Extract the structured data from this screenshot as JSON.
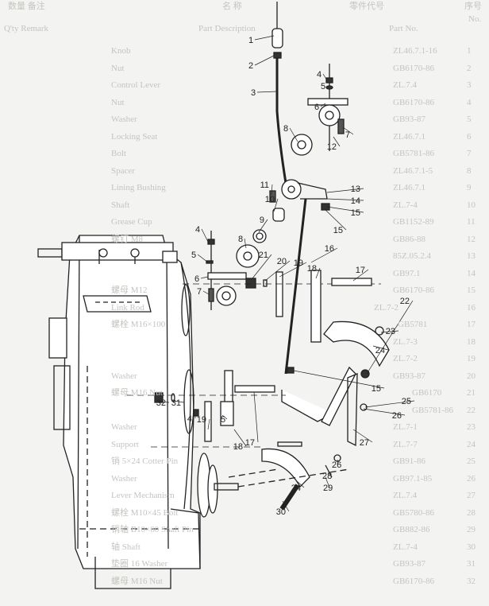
{
  "table": {
    "header": {
      "no_cn": "序号",
      "no": "No.",
      "part_no_cn": "零件代号",
      "part_no": "Part No.",
      "desc_cn": "名 称",
      "desc": "Part Description",
      "qty_cn": "数量 备注",
      "qty": "Q'ty Remark"
    },
    "rows": [
      {
        "no": "1",
        "part": "ZL46.7.1-16",
        "desc": "Knob"
      },
      {
        "no": "2",
        "part": "GB6170-86",
        "desc": "Nut"
      },
      {
        "no": "3",
        "part": "ZL.7.4",
        "desc": "Control Lever"
      },
      {
        "no": "4",
        "part": "GB6170-86",
        "desc": "Nut"
      },
      {
        "no": "5",
        "part": "GB93-87",
        "desc": "Washer"
      },
      {
        "no": "6",
        "part": "ZL46.7.1",
        "desc": "Locking Seat"
      },
      {
        "no": "7",
        "part": "GB5781-86",
        "desc": "Bolt"
      },
      {
        "no": "8",
        "part": "ZL46.7.1-5",
        "desc": "Spacer"
      },
      {
        "no": "9",
        "part": "ZL46.7.1",
        "desc": "Lining Bushing"
      },
      {
        "no": "10",
        "part": "ZL.7-4",
        "desc": "Shaft"
      },
      {
        "no": "11",
        "part": "GB1152-89",
        "desc": "Grease Cup"
      },
      {
        "no": "12",
        "part": "GB86-88",
        "desc": "螺钉 M8"
      },
      {
        "no": "13",
        "part": "85Z.05.2.4",
        "desc": ""
      },
      {
        "no": "14",
        "part": "GB97.1",
        "desc": ""
      },
      {
        "no": "15",
        "part": "GB6170-86",
        "desc": "螺母 M12"
      },
      {
        "no": "16",
        "part": "ZL.7-2",
        "desc": "Link Rod"
      },
      {
        "no": "17",
        "part": "GB5781",
        "desc": "螺栓 M16×100"
      },
      {
        "no": "18",
        "part": "ZL.7-3",
        "desc": ""
      },
      {
        "no": "19",
        "part": "ZL.7-2",
        "desc": ""
      },
      {
        "no": "20",
        "part": "GB93-87",
        "desc": "Washer"
      },
      {
        "no": "21",
        "part": "GB6170",
        "desc": "螺母 M16 Nut"
      },
      {
        "no": "22",
        "part": "GB5781-86",
        "desc": ""
      },
      {
        "no": "23",
        "part": "ZL.7-1",
        "desc": "Washer"
      },
      {
        "no": "24",
        "part": "ZL.7-7",
        "desc": "Support"
      },
      {
        "no": "25",
        "part": "GB91-86",
        "desc": "销 5×24 Cotter Pin"
      },
      {
        "no": "26",
        "part": "GB97.1-85",
        "desc": "Washer"
      },
      {
        "no": "27",
        "part": "ZL.7.4",
        "desc": "Lever Mechanism"
      },
      {
        "no": "28",
        "part": "GB5780-86",
        "desc": "螺栓 M10×45 Bolt"
      },
      {
        "no": "29",
        "part": "GB882-86",
        "desc": "销轴 B10×60 Shaft Pin"
      },
      {
        "no": "30",
        "part": "ZL.7-4",
        "desc": "轴 Shaft"
      },
      {
        "no": "31",
        "part": "GB93-87",
        "desc": "垫圈 16 Washer"
      },
      {
        "no": "32",
        "part": "GB6170-86",
        "desc": "螺母 M16 Nut"
      }
    ]
  },
  "callouts": [
    "1",
    "2",
    "3",
    "4",
    "5",
    "6",
    "7",
    "8",
    "12",
    "11",
    "10",
    "13",
    "14",
    "15",
    "15",
    "9",
    "8",
    "4",
    "5",
    "21",
    "20",
    "19",
    "18",
    "17",
    "6",
    "7",
    "16",
    "22",
    "23",
    "24",
    "15",
    "25",
    "26",
    "27",
    "26",
    "28",
    "29",
    "24",
    "30",
    "32",
    "31",
    "4",
    "19",
    "5",
    "18",
    "17"
  ]
}
